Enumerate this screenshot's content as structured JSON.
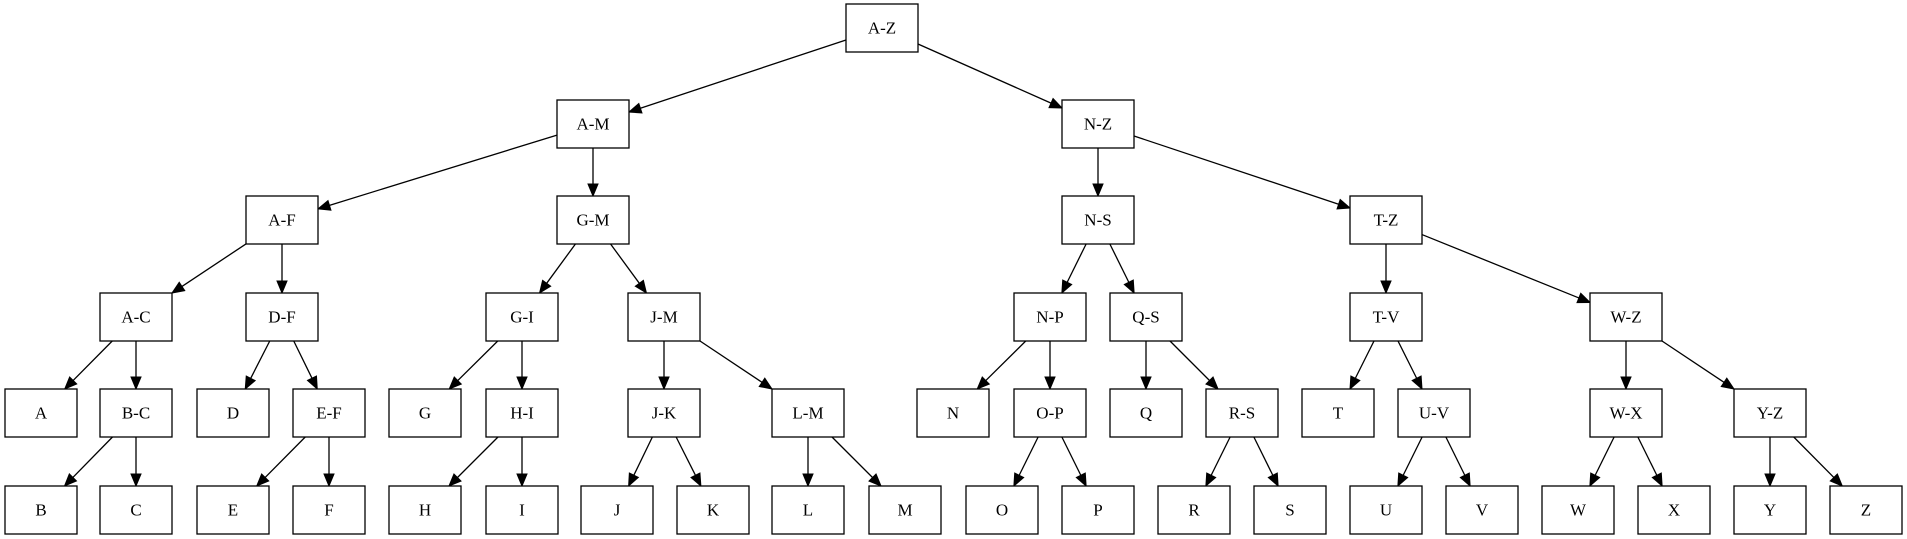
{
  "diagram": {
    "type": "tree",
    "nodes": [
      {
        "id": "AZ",
        "label": "A-Z"
      },
      {
        "id": "AM",
        "label": "A-M"
      },
      {
        "id": "NZ",
        "label": "N-Z"
      },
      {
        "id": "AF",
        "label": "A-F"
      },
      {
        "id": "GM",
        "label": "G-M"
      },
      {
        "id": "NS",
        "label": "N-S"
      },
      {
        "id": "TZ",
        "label": "T-Z"
      },
      {
        "id": "AC",
        "label": "A-C"
      },
      {
        "id": "DF",
        "label": "D-F"
      },
      {
        "id": "GI",
        "label": "G-I"
      },
      {
        "id": "JM",
        "label": "J-M"
      },
      {
        "id": "NP",
        "label": "N-P"
      },
      {
        "id": "QS",
        "label": "Q-S"
      },
      {
        "id": "TV",
        "label": "T-V"
      },
      {
        "id": "WZ",
        "label": "W-Z"
      },
      {
        "id": "A",
        "label": "A"
      },
      {
        "id": "BC",
        "label": "B-C"
      },
      {
        "id": "D",
        "label": "D"
      },
      {
        "id": "EF",
        "label": "E-F"
      },
      {
        "id": "G",
        "label": "G"
      },
      {
        "id": "HI",
        "label": "H-I"
      },
      {
        "id": "JK",
        "label": "J-K"
      },
      {
        "id": "LM",
        "label": "L-M"
      },
      {
        "id": "N",
        "label": "N"
      },
      {
        "id": "OP",
        "label": "O-P"
      },
      {
        "id": "Q",
        "label": "Q"
      },
      {
        "id": "RS",
        "label": "R-S"
      },
      {
        "id": "T",
        "label": "T"
      },
      {
        "id": "UV",
        "label": "U-V"
      },
      {
        "id": "WX",
        "label": "W-X"
      },
      {
        "id": "YZ",
        "label": "Y-Z"
      },
      {
        "id": "B",
        "label": "B"
      },
      {
        "id": "C",
        "label": "C"
      },
      {
        "id": "E",
        "label": "E"
      },
      {
        "id": "F",
        "label": "F"
      },
      {
        "id": "H",
        "label": "H"
      },
      {
        "id": "I",
        "label": "I"
      },
      {
        "id": "J",
        "label": "J"
      },
      {
        "id": "K",
        "label": "K"
      },
      {
        "id": "L",
        "label": "L"
      },
      {
        "id": "M",
        "label": "M"
      },
      {
        "id": "O",
        "label": "O"
      },
      {
        "id": "P",
        "label": "P"
      },
      {
        "id": "R",
        "label": "R"
      },
      {
        "id": "S",
        "label": "S"
      },
      {
        "id": "U",
        "label": "U"
      },
      {
        "id": "V",
        "label": "V"
      },
      {
        "id": "W",
        "label": "W"
      },
      {
        "id": "X",
        "label": "X"
      },
      {
        "id": "Y",
        "label": "Y"
      },
      {
        "id": "Z",
        "label": "Z"
      }
    ],
    "edges": [
      [
        "AZ",
        "AM"
      ],
      [
        "AZ",
        "NZ"
      ],
      [
        "AM",
        "AF"
      ],
      [
        "AM",
        "GM"
      ],
      [
        "NZ",
        "NS"
      ],
      [
        "NZ",
        "TZ"
      ],
      [
        "AF",
        "AC"
      ],
      [
        "AF",
        "DF"
      ],
      [
        "GM",
        "GI"
      ],
      [
        "GM",
        "JM"
      ],
      [
        "NS",
        "NP"
      ],
      [
        "NS",
        "QS"
      ],
      [
        "TZ",
        "TV"
      ],
      [
        "TZ",
        "WZ"
      ],
      [
        "AC",
        "A"
      ],
      [
        "AC",
        "BC"
      ],
      [
        "DF",
        "D"
      ],
      [
        "DF",
        "EF"
      ],
      [
        "GI",
        "G"
      ],
      [
        "GI",
        "HI"
      ],
      [
        "JM",
        "JK"
      ],
      [
        "JM",
        "LM"
      ],
      [
        "NP",
        "N"
      ],
      [
        "NP",
        "OP"
      ],
      [
        "QS",
        "Q"
      ],
      [
        "QS",
        "RS"
      ],
      [
        "TV",
        "T"
      ],
      [
        "TV",
        "UV"
      ],
      [
        "WZ",
        "WX"
      ],
      [
        "WZ",
        "YZ"
      ],
      [
        "BC",
        "B"
      ],
      [
        "BC",
        "C"
      ],
      [
        "EF",
        "E"
      ],
      [
        "EF",
        "F"
      ],
      [
        "HI",
        "H"
      ],
      [
        "HI",
        "I"
      ],
      [
        "JK",
        "J"
      ],
      [
        "JK",
        "K"
      ],
      [
        "LM",
        "L"
      ],
      [
        "LM",
        "M"
      ],
      [
        "OP",
        "O"
      ],
      [
        "OP",
        "P"
      ],
      [
        "RS",
        "R"
      ],
      [
        "RS",
        "S"
      ],
      [
        "UV",
        "U"
      ],
      [
        "UV",
        "V"
      ],
      [
        "WX",
        "W"
      ],
      [
        "WX",
        "X"
      ],
      [
        "YZ",
        "Y"
      ],
      [
        "YZ",
        "Z"
      ]
    ]
  }
}
